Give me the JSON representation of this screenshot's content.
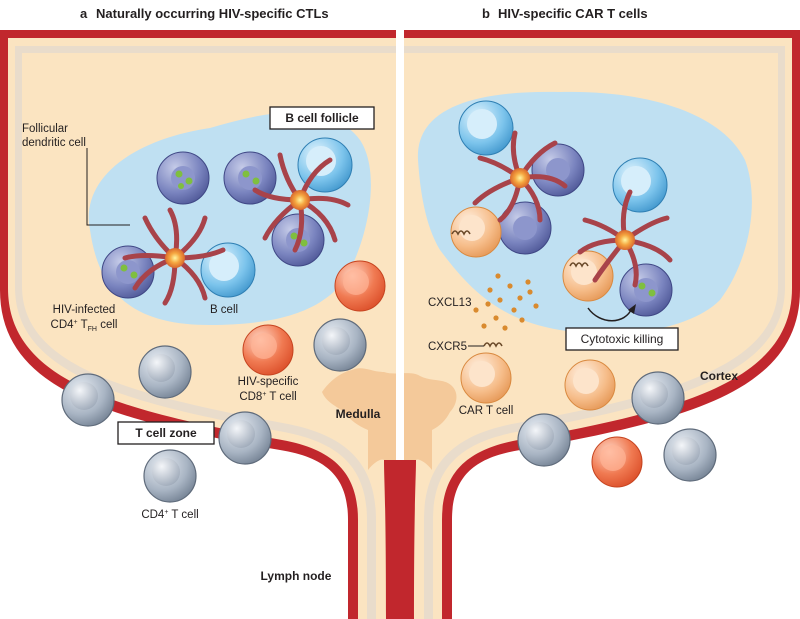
{
  "panel_a": {
    "letter": "a",
    "title": "Naturally occurring HIV-specific CTLs",
    "follicle_box": "B cell follicle",
    "fdc_label": [
      "Follicular",
      "dendritic cell"
    ],
    "hiv_infected_label": [
      "HIV-infected",
      "CD4",
      "+",
      " T",
      "FH",
      " cell"
    ],
    "b_cell_label": "B cell",
    "hiv_cd8_label": [
      "HIV-specific",
      "CD8",
      "+",
      " T cell"
    ],
    "t_zone_box": "T cell zone",
    "cd4_label": [
      "CD4",
      "+",
      " T cell"
    ],
    "medulla": "Medulla",
    "lymph_node": "Lymph node"
  },
  "panel_b": {
    "letter": "b",
    "title": "HIV-specific CAR T cells",
    "cxcl13": "CXCL13",
    "cxcr5": "CXCR5",
    "car_t": "CAR T cell",
    "cytotoxic_box": "Cytotoxic killing",
    "cortex": "Cortex"
  },
  "colors": {
    "capsule": "#c1272d",
    "cortex_fill": "#fbe4c1",
    "follicle": "#bfe0f2",
    "medulla": "#f4c99a",
    "sinus": "#e9dccb",
    "t_cell": "#8d9aaa",
    "b_cell": "#5aaedf",
    "infected": "#6a76b2",
    "cd8": "#ec6a45",
    "car_t": "#f3b27b",
    "fdc": "#b84f55"
  }
}
